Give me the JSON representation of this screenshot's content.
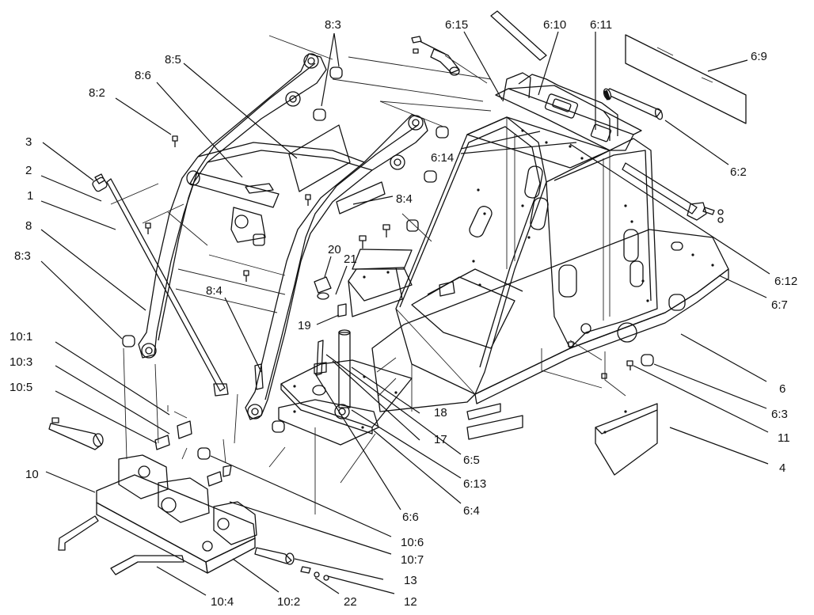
{
  "callouts": [
    {
      "id": "c-8-3-top",
      "text": "8:3"
    },
    {
      "id": "c-8-5",
      "text": "8:5"
    },
    {
      "id": "c-8-6",
      "text": "8:6"
    },
    {
      "id": "c-8-2",
      "text": "8:2"
    },
    {
      "id": "c-3",
      "text": "3"
    },
    {
      "id": "c-2",
      "text": "2"
    },
    {
      "id": "c-1",
      "text": "1"
    },
    {
      "id": "c-8",
      "text": "8"
    },
    {
      "id": "c-8-3-left",
      "text": "8:3"
    },
    {
      "id": "c-10-1",
      "text": "10:1"
    },
    {
      "id": "c-10-3",
      "text": "10:3"
    },
    {
      "id": "c-10-5",
      "text": "10:5"
    },
    {
      "id": "c-10",
      "text": "10"
    },
    {
      "id": "c-10-4",
      "text": "10:4"
    },
    {
      "id": "c-10-2",
      "text": "10:2"
    },
    {
      "id": "c-22",
      "text": "22"
    },
    {
      "id": "c-12",
      "text": "12"
    },
    {
      "id": "c-13",
      "text": "13"
    },
    {
      "id": "c-10-7",
      "text": "10:7"
    },
    {
      "id": "c-10-6",
      "text": "10:6"
    },
    {
      "id": "c-6-6",
      "text": "6:6"
    },
    {
      "id": "c-6-4",
      "text": "6:4"
    },
    {
      "id": "c-6-13",
      "text": "6:13"
    },
    {
      "id": "c-6-5",
      "text": "6:5"
    },
    {
      "id": "c-17",
      "text": "17"
    },
    {
      "id": "c-18",
      "text": "18"
    },
    {
      "id": "c-19",
      "text": "19"
    },
    {
      "id": "c-20",
      "text": "20"
    },
    {
      "id": "c-21",
      "text": "21"
    },
    {
      "id": "c-8-4-mid",
      "text": "8:4"
    },
    {
      "id": "c-8-4-right",
      "text": "8:4"
    },
    {
      "id": "c-6-14",
      "text": "6:14"
    },
    {
      "id": "c-6-15",
      "text": "6:15"
    },
    {
      "id": "c-6-10",
      "text": "6:10"
    },
    {
      "id": "c-6-11",
      "text": "6:11"
    },
    {
      "id": "c-6-9",
      "text": "6:9"
    },
    {
      "id": "c-6-2",
      "text": "6:2"
    },
    {
      "id": "c-6-12",
      "text": "6:12"
    },
    {
      "id": "c-6-7",
      "text": "6:7"
    },
    {
      "id": "c-6",
      "text": "6"
    },
    {
      "id": "c-6-3",
      "text": "6:3"
    },
    {
      "id": "c-11",
      "text": "11"
    },
    {
      "id": "c-4",
      "text": "4"
    }
  ]
}
